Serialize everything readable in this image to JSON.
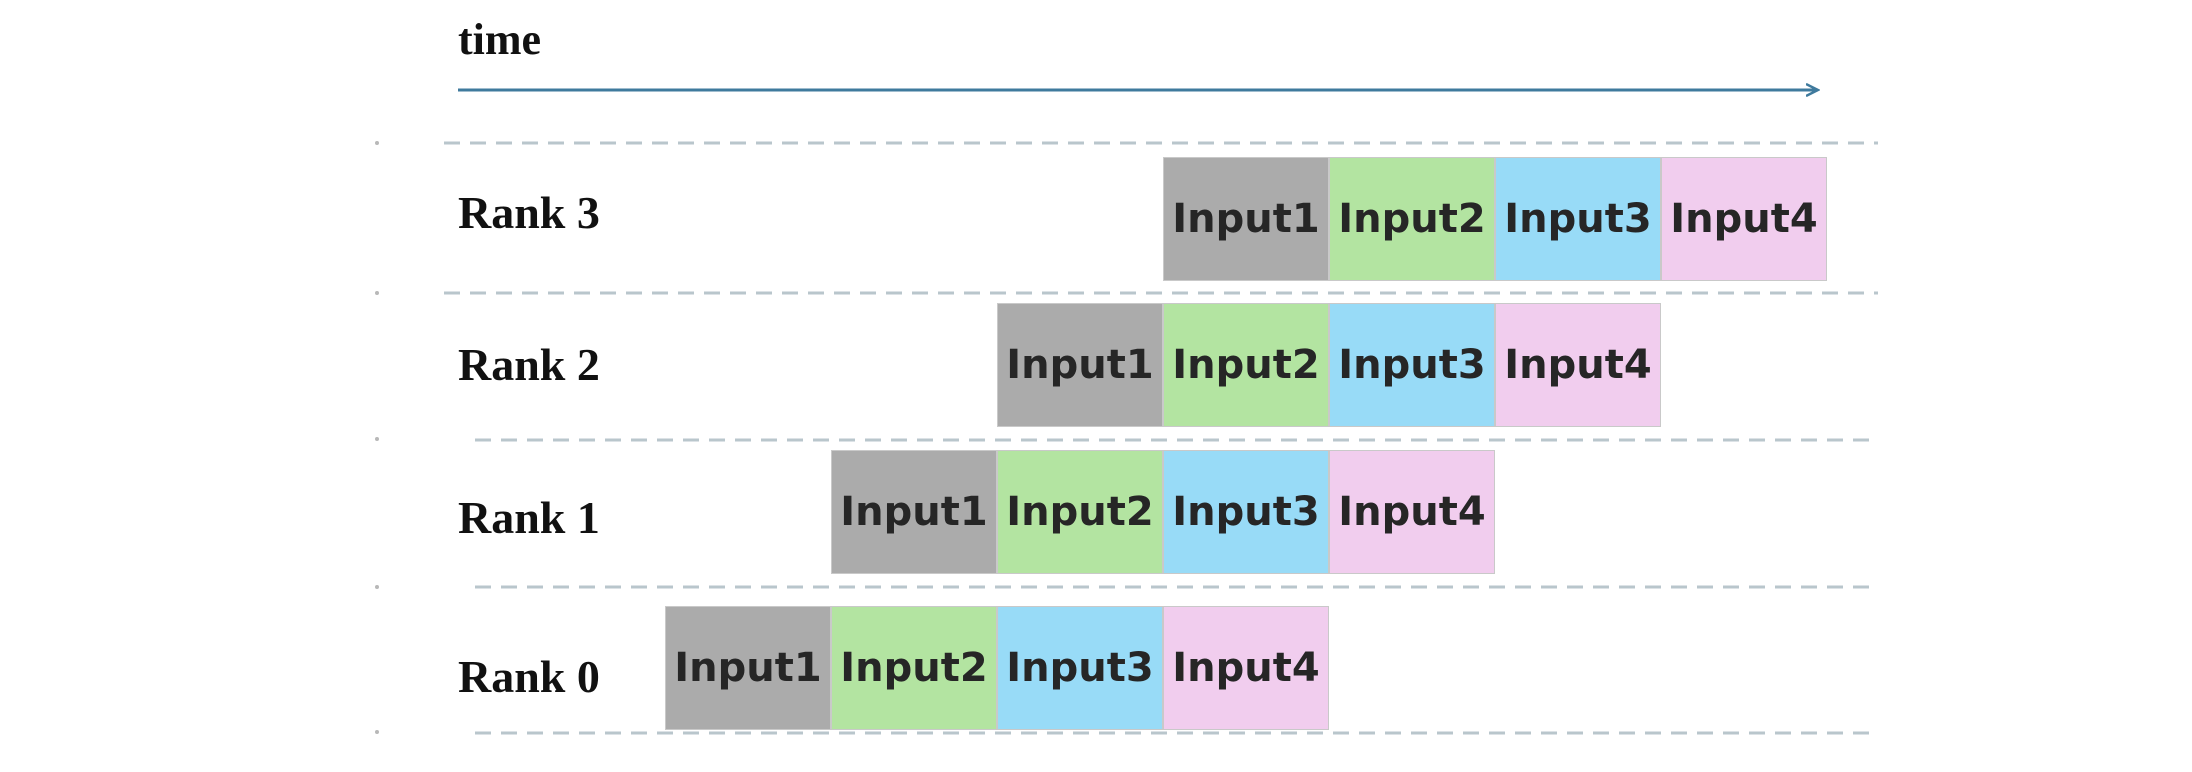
{
  "axis": {
    "label": "time"
  },
  "colors": {
    "input1": "#ababab",
    "input2": "#b3e4a1",
    "input3": "#98dbf7",
    "input4": "#f1cdee",
    "arrow": "#3f7a9d",
    "dashed_line": "#b9c6cc"
  },
  "ranks": [
    {
      "label": "Rank 3",
      "start_step": 3,
      "inputs": [
        "Input1",
        "Input2",
        "Input3",
        "Input4"
      ]
    },
    {
      "label": "Rank 2",
      "start_step": 2,
      "inputs": [
        "Input1",
        "Input2",
        "Input3",
        "Input4"
      ]
    },
    {
      "label": "Rank 1",
      "start_step": 1,
      "inputs": [
        "Input1",
        "Input2",
        "Input3",
        "Input4"
      ]
    },
    {
      "label": "Rank 0",
      "start_step": 0,
      "inputs": [
        "Input1",
        "Input2",
        "Input3",
        "Input4"
      ]
    }
  ]
}
